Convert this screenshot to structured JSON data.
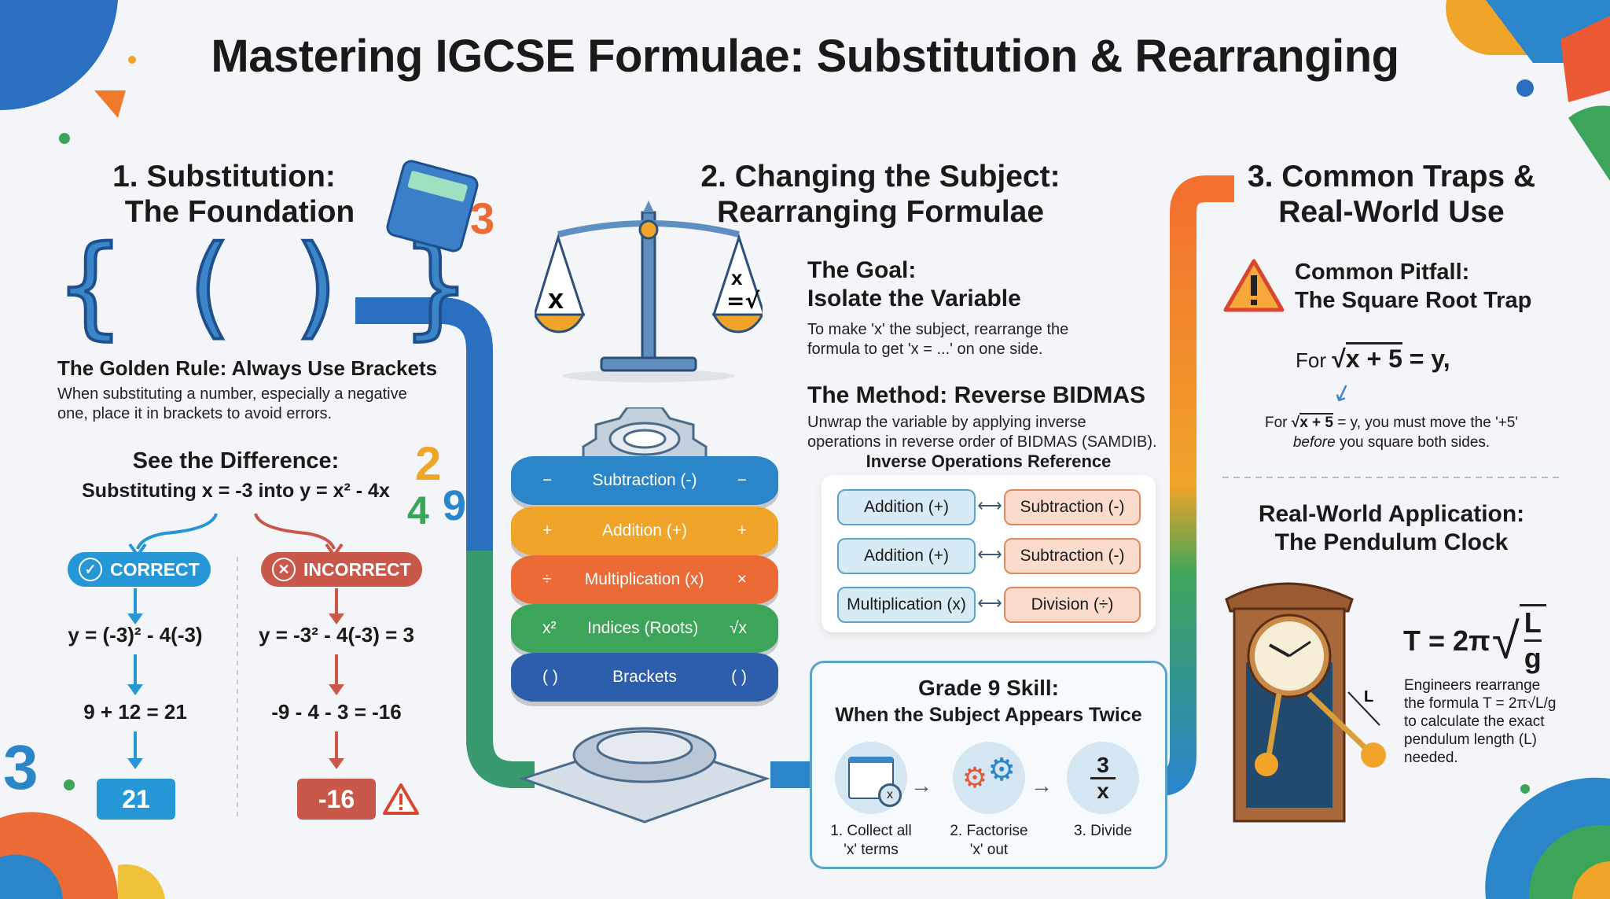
{
  "title": "Mastering IGCSE Formulae: Substitution & Rearranging",
  "section1": {
    "heading_line1": "1. Substitution:",
    "heading_line2": "The Foundation",
    "brackets_glyphs": "{  (  )  }",
    "golden_rule_title": "The Golden Rule: Always Use Brackets",
    "golden_rule_body_line1": "When substituting a number, especially a negative",
    "golden_rule_body_line2": "one, place it in brackets to avoid errors.",
    "diff_title": "See the Difference:",
    "diff_subtitle": "Substituting x = -3 into y = x² - 4x",
    "correct": {
      "label": "CORRECT",
      "step1": "y = (-3)² - 4(-3)",
      "step2": "9 + 12 = 21",
      "result": "21",
      "color": "#2596d6"
    },
    "incorrect": {
      "label": "INCORRECT",
      "step1": "y = -3² - 4(-3) = 3",
      "step2": "-9 - 4 - 3 = -16",
      "result": "-16",
      "color": "#c9574a"
    },
    "deco_numbers": [
      "3",
      "2",
      "4",
      "9",
      "3"
    ]
  },
  "section2": {
    "heading_line1": "2. Changing the Subject:",
    "heading_line2": "Rearranging Formulae",
    "scale_left": "x",
    "scale_right_top": "x",
    "scale_right_bottom": "=√",
    "goal_title_line1": "The Goal:",
    "goal_title_line2": "Isolate the Variable",
    "goal_body_line1": "To make 'x' the subject, rearrange the",
    "goal_body_line2": "formula to get 'x = ...' on one side.",
    "method_title": "The Method: Reverse BIDMAS",
    "method_body_line1": "Unwrap the variable by applying inverse",
    "method_body_line2": "operations in reverse order of BIDMAS (SAMDIB).",
    "inverse_title": "Inverse Operations Reference",
    "inverse_rows": [
      {
        "left": "Addition (+)",
        "right": "Subtraction (-)"
      },
      {
        "left": "Addition (+)",
        "right": "Subtraction (-)"
      },
      {
        "left": "Multiplication (x)",
        "right": "Division (÷)"
      }
    ],
    "arrow_glyph": "⟷",
    "stack": [
      {
        "label": "Subtraction (-)",
        "l": "−",
        "r": "−",
        "color": "#2a86c8"
      },
      {
        "label": "Addition (+)",
        "l": "+",
        "r": "+",
        "color": "#f0a42a"
      },
      {
        "label": "Multiplication (x)",
        "l": "÷",
        "r": "×",
        "color": "#ec6a35"
      },
      {
        "label": "Indices (Roots)",
        "l": "x²",
        "r": "√x",
        "color": "#3da55a"
      },
      {
        "label": "Brackets",
        "l": "( )",
        "r": "( )",
        "color": "#2d5eab"
      }
    ],
    "grade9_title_line1": "Grade 9 Skill:",
    "grade9_title_line2": "When the Subject Appears Twice",
    "steps": [
      {
        "line1": "1. Collect all",
        "line2": "'x' terms"
      },
      {
        "line1": "2. Factorise",
        "line2": "'x' out"
      },
      {
        "line1": "3. Divide",
        "line2": ""
      }
    ],
    "divide_num": "3",
    "divide_den": "x",
    "magnifier_x": "x"
  },
  "section3": {
    "heading_line1": "3. Common Traps &",
    "heading_line2": "Real-World Use",
    "pitfall_title_line1": "Common Pitfall:",
    "pitfall_title_line2": "The Square Root Trap",
    "pitfall_formula_prefix": "For",
    "pitfall_formula": "x + 5",
    "pitfall_formula_suffix": "= y,",
    "pitfall_body_line1_prefix": "For",
    "pitfall_body_line1_rad": "x + 5",
    "pitfall_body_line1_suffix": "= y, you must move the '+5'",
    "pitfall_body_line2_em": "before",
    "pitfall_body_line2": " you square both sides.",
    "app_title_line1": "Real-World Application:",
    "app_title_line2": "The Pendulum Clock",
    "formula_lhs": "T = 2π",
    "formula_num": "L",
    "formula_den": "g",
    "pendulum_label": "L",
    "app_body": [
      "Engineers rearrange",
      "the formula T = 2π√L/g",
      "to calculate the exact",
      "pendulum length (L)",
      "needed."
    ]
  }
}
